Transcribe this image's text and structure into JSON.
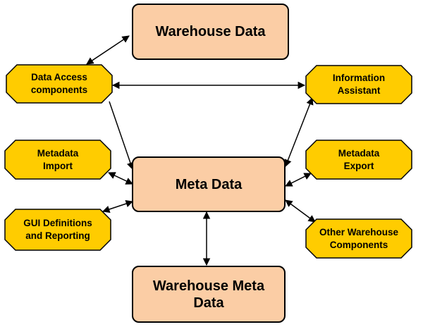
{
  "colors": {
    "primary_box_fill": "#fbcda5",
    "component_fill": "#ffcc00",
    "stroke": "#000000"
  },
  "nodes": {
    "warehouse_data": "Warehouse Data",
    "meta_data": "Meta Data",
    "warehouse_meta_data": "Warehouse Meta Data",
    "data_access": "Data Access components",
    "metadata_import": "Metadata Import",
    "gui_definitions": "GUI Definitions and Reporting",
    "information_assistant": "Information Assistant",
    "metadata_export": "Metadata Export",
    "other_components": "Other Warehouse Components"
  }
}
